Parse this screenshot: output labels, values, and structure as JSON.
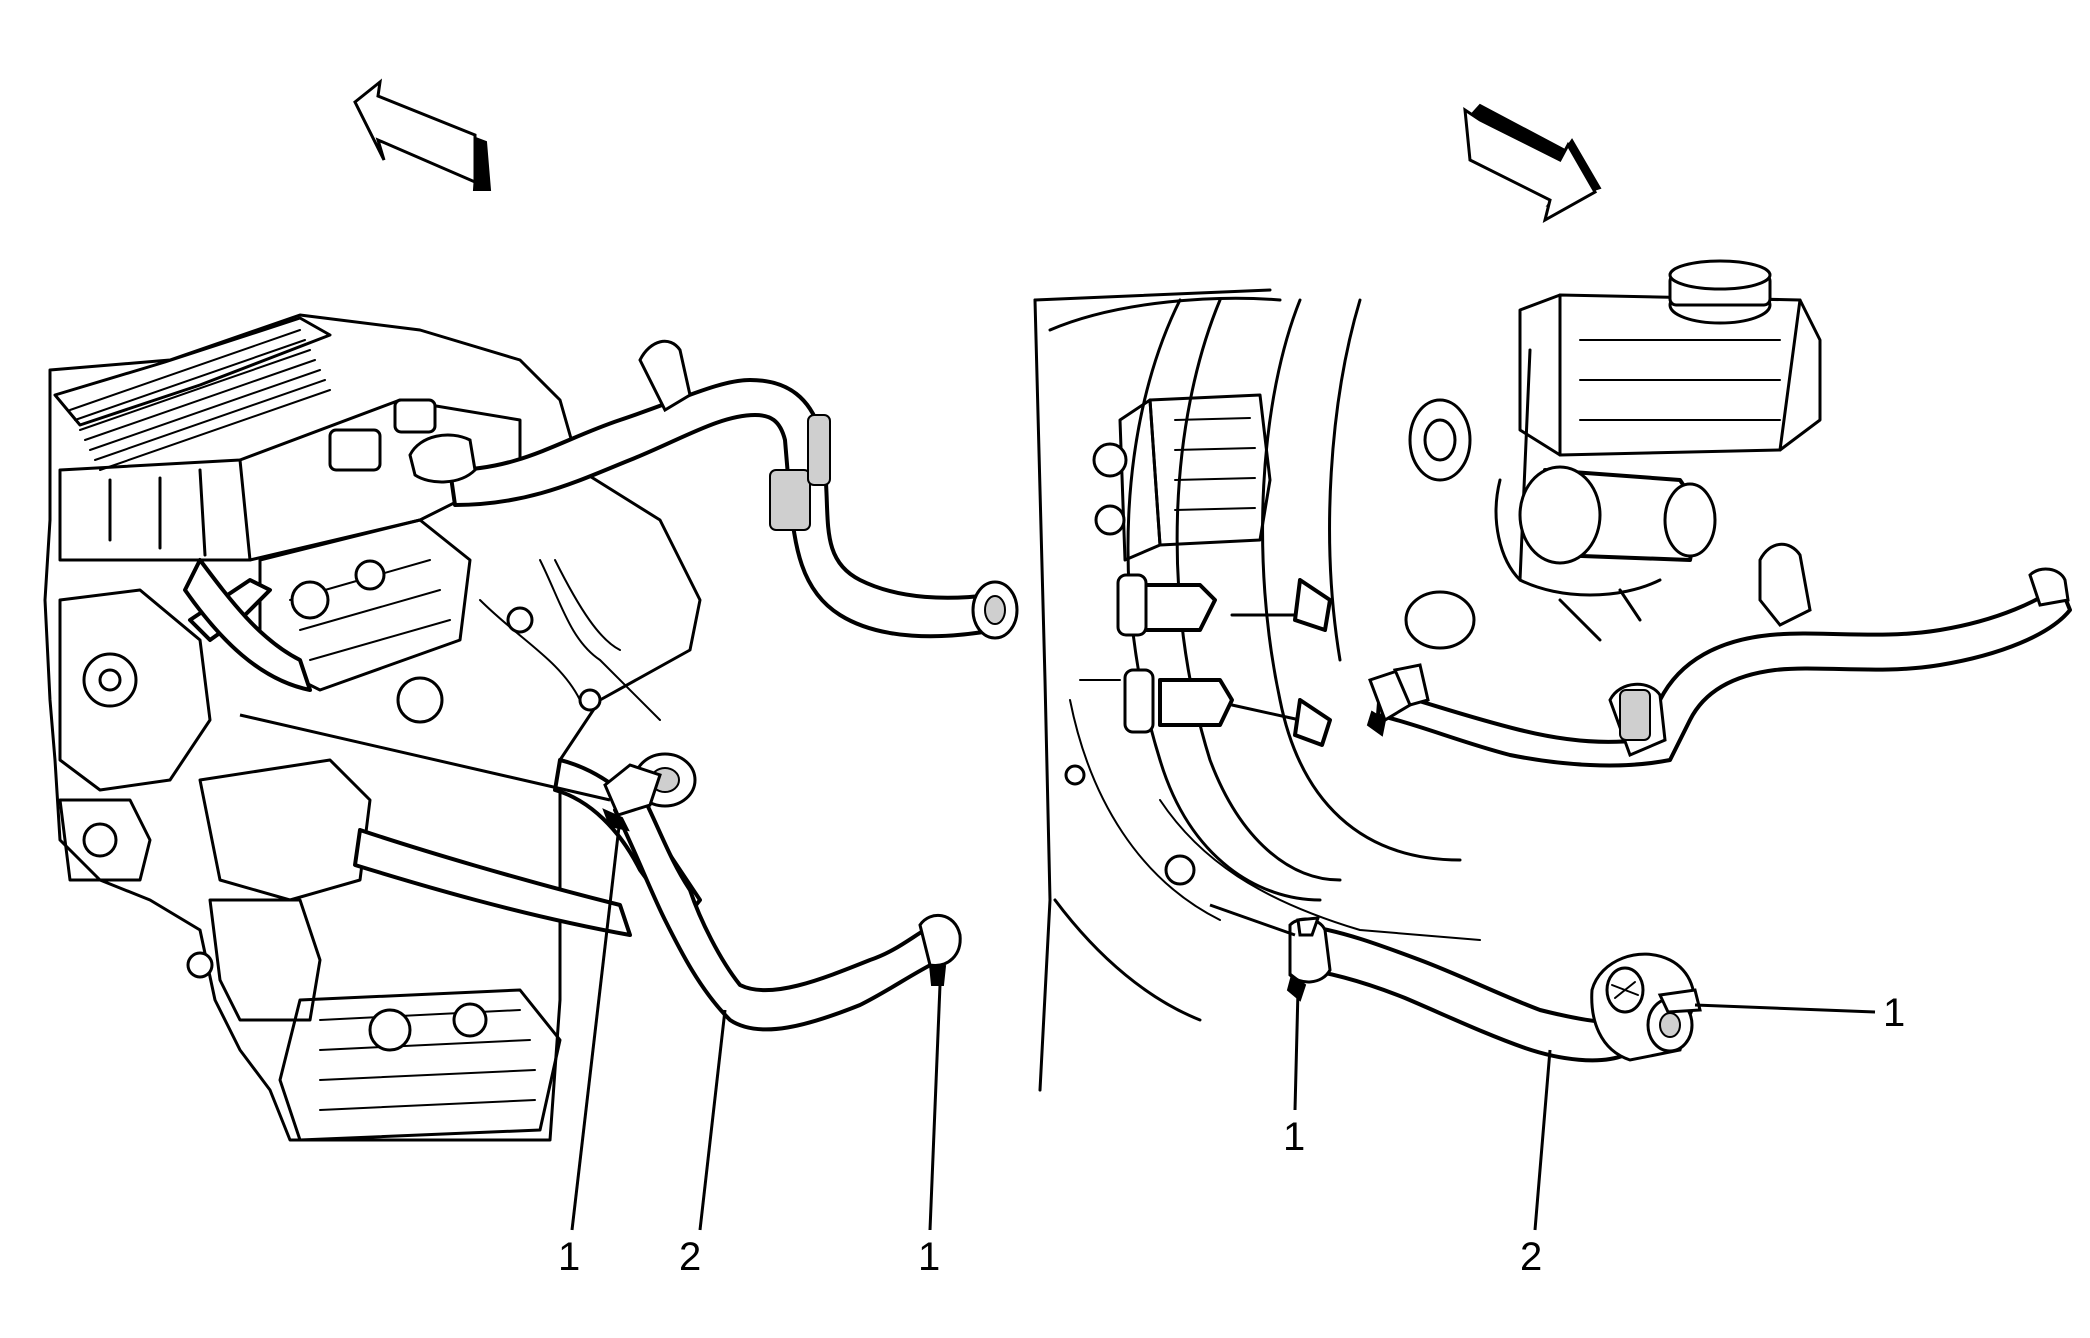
{
  "callouts": {
    "left_clamp_a": "1",
    "left_hose": "2",
    "left_clamp_b": "1",
    "right_clamp_a": "1",
    "right_hose": "2",
    "right_clamp_b": "1"
  }
}
